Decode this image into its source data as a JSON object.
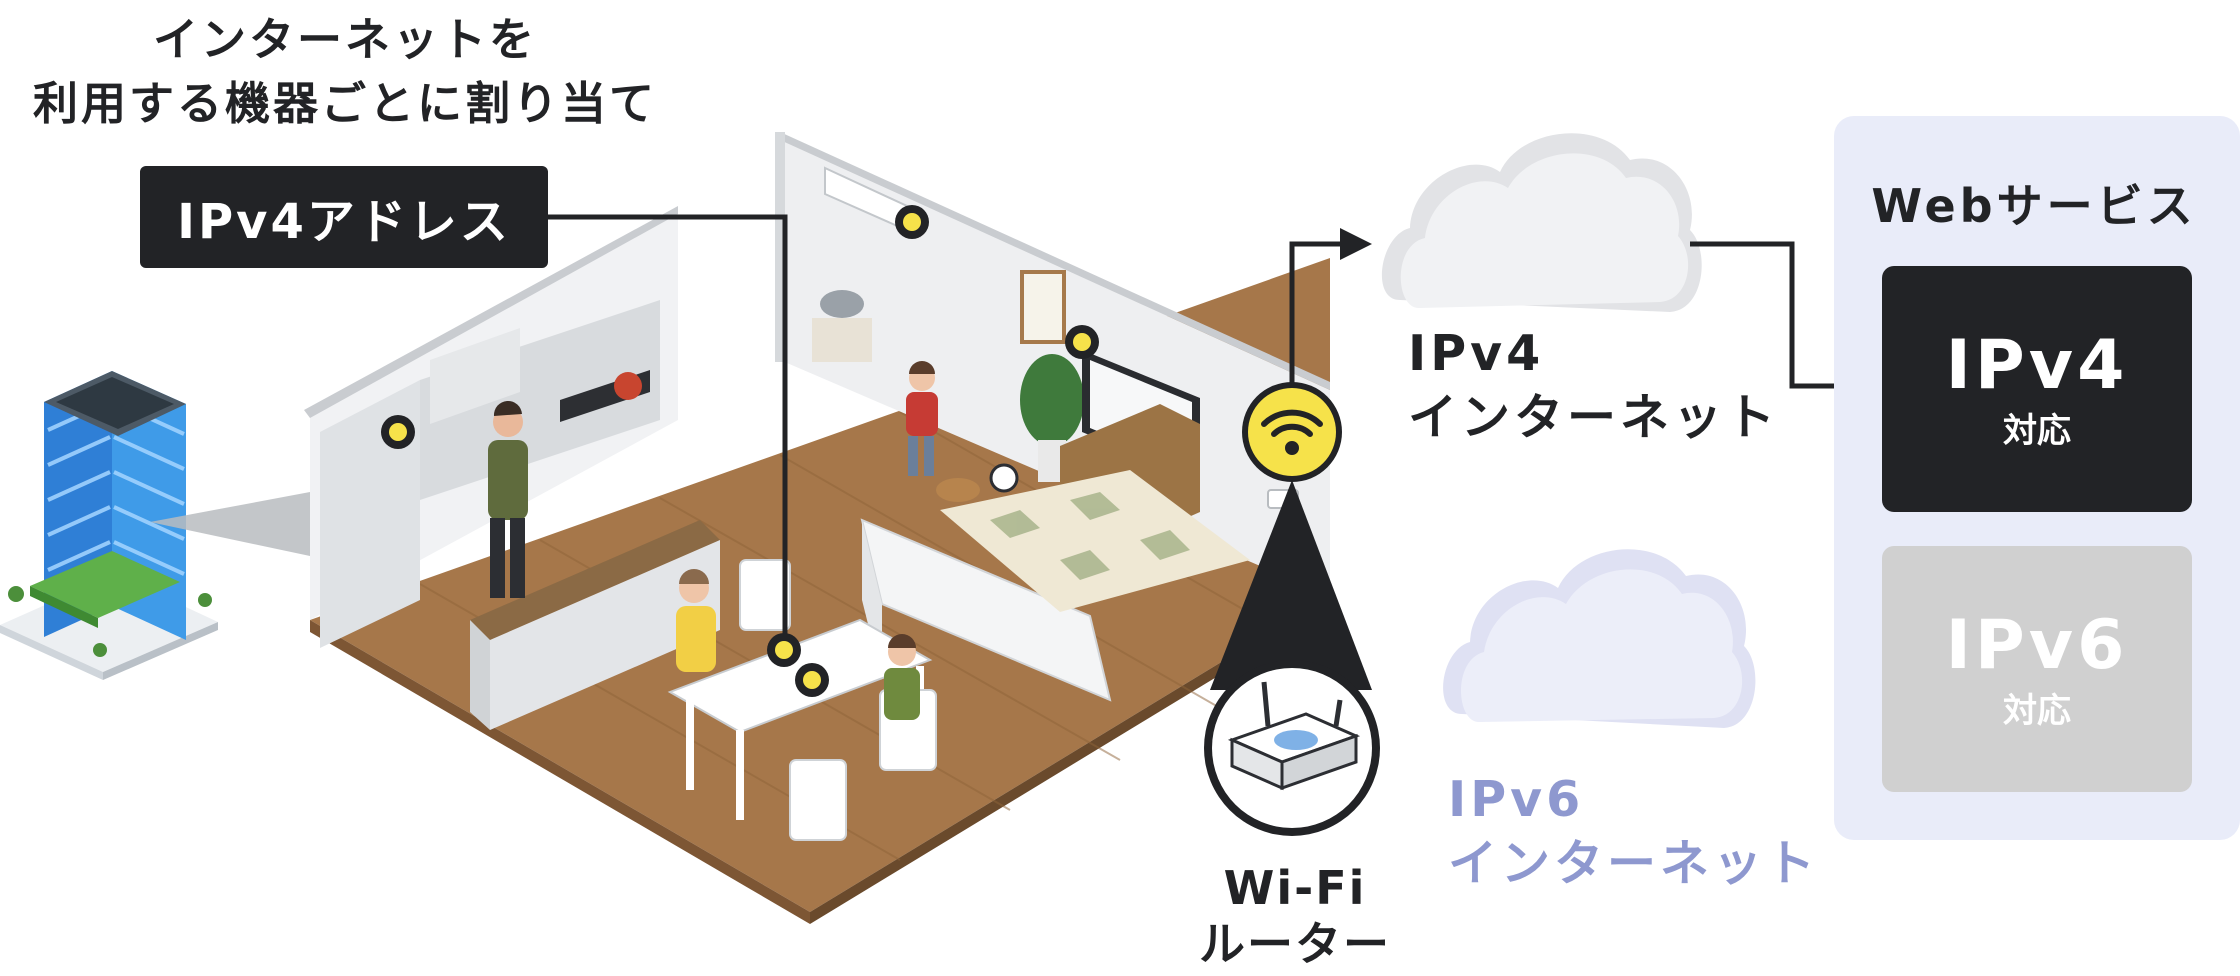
{
  "caption": {
    "line1": "インターネットを",
    "line2": "利用する機器ごとに割り当て"
  },
  "address_label": "IPv4アドレス",
  "internet": {
    "ipv4": {
      "line1": "IPv4",
      "line2": "インターネット"
    },
    "ipv6": {
      "line1": "IPv6",
      "line2": "インターネット"
    }
  },
  "router": {
    "line1": "Wi-Fi",
    "line2": "ルーター"
  },
  "web_services": {
    "title": "Webサービス",
    "cards": [
      {
        "name": "IPv4",
        "sub": "対応",
        "state": "active"
      },
      {
        "name": "IPv6",
        "sub": "対応",
        "state": "inactive"
      }
    ]
  },
  "colors": {
    "dark": "#222326",
    "accent_yellow": "#f6e24a",
    "ipv6_blue": "#8e98cf",
    "panel_bg": "#e9ecf9",
    "inactive_card": "#d0d0d0",
    "floor": "#a6774a"
  },
  "icons": [
    "building-icon",
    "cloud-icon",
    "wifi-icon",
    "router-icon",
    "arrow-icon",
    "device-marker-icon"
  ]
}
